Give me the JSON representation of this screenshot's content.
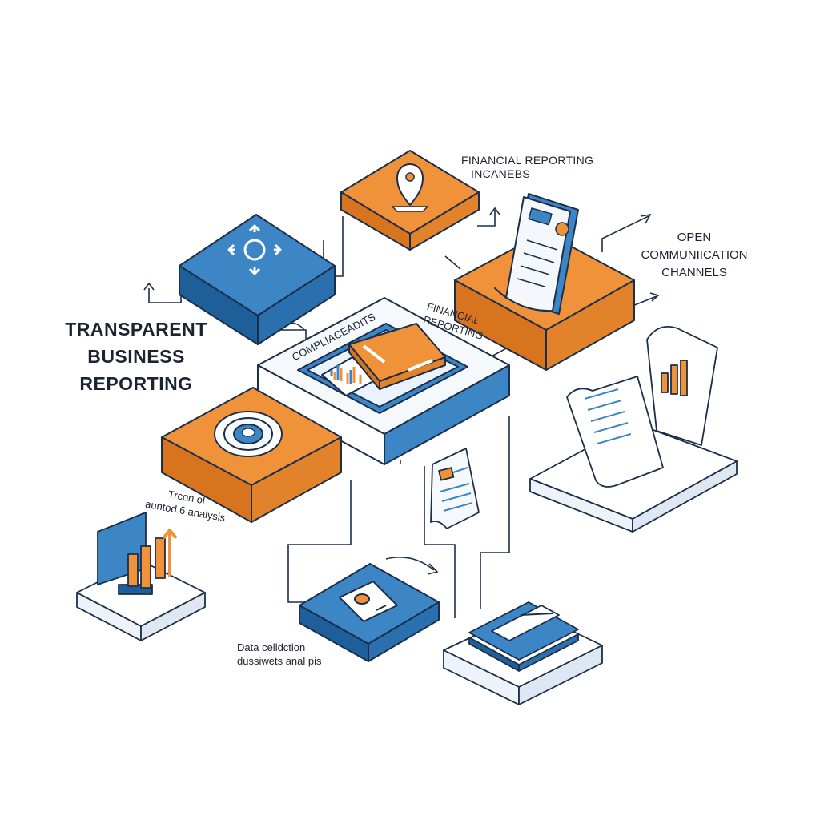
{
  "title": {
    "lines": [
      "TRANSPARENT",
      "BUSINESS",
      "REPORTING"
    ]
  },
  "labels": {
    "financial_reporting_top": [
      "FINANCIAL REPORTING",
      "INCANEBS"
    ],
    "open_channels": [
      "OPEN",
      "COMMUNIICATION",
      "CHANNELS"
    ],
    "financial_reporting_center": [
      "FINANCIAL",
      "REPORTING"
    ],
    "compliance": "COMPLIACEADITS",
    "analysis_left": [
      "Trcon ol",
      "auntod 6 analysis"
    ],
    "data_collection": [
      "Data celldction",
      "dussiwets anal pis"
    ]
  },
  "colors": {
    "blue": "#3d86c6",
    "blue_dark": "#1f5f99",
    "orange": "#f0923a",
    "orange_dark": "#d8741e",
    "outline": "#1c2f4a",
    "white_block": "#f6f9fc"
  },
  "icons": {
    "center": "laptop-dashboard-icon",
    "pin": "location-pin-icon",
    "arrows": "directional-arrows-icon",
    "gear": "gear-icon",
    "card": "card-device-icon",
    "folder": "folder-stack-icon",
    "document": "report-document-icon",
    "chart": "bar-chart-icon"
  }
}
